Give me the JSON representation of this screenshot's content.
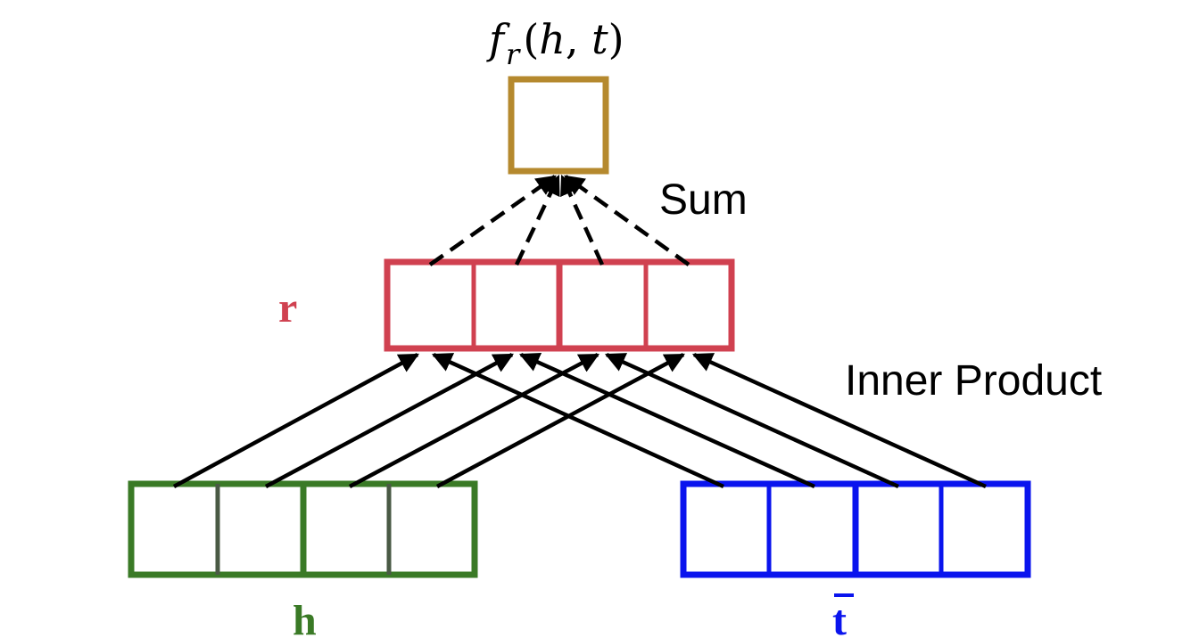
{
  "title": {
    "f": "f",
    "sub": "r",
    "open": "(",
    "h": "h",
    "comma": ", ",
    "t": "t",
    "close": ")"
  },
  "labels": {
    "sum": "Sum",
    "inner_product": "Inner Product",
    "r": "r",
    "h": "h",
    "t_bar": "t"
  },
  "colors": {
    "output": "#B5892E",
    "r": "#D04150",
    "h": "#3A7A26",
    "h_divider": "#4A5A45",
    "t": "#0A14EE",
    "arrow": "#000000"
  },
  "vector_cells": 4
}
